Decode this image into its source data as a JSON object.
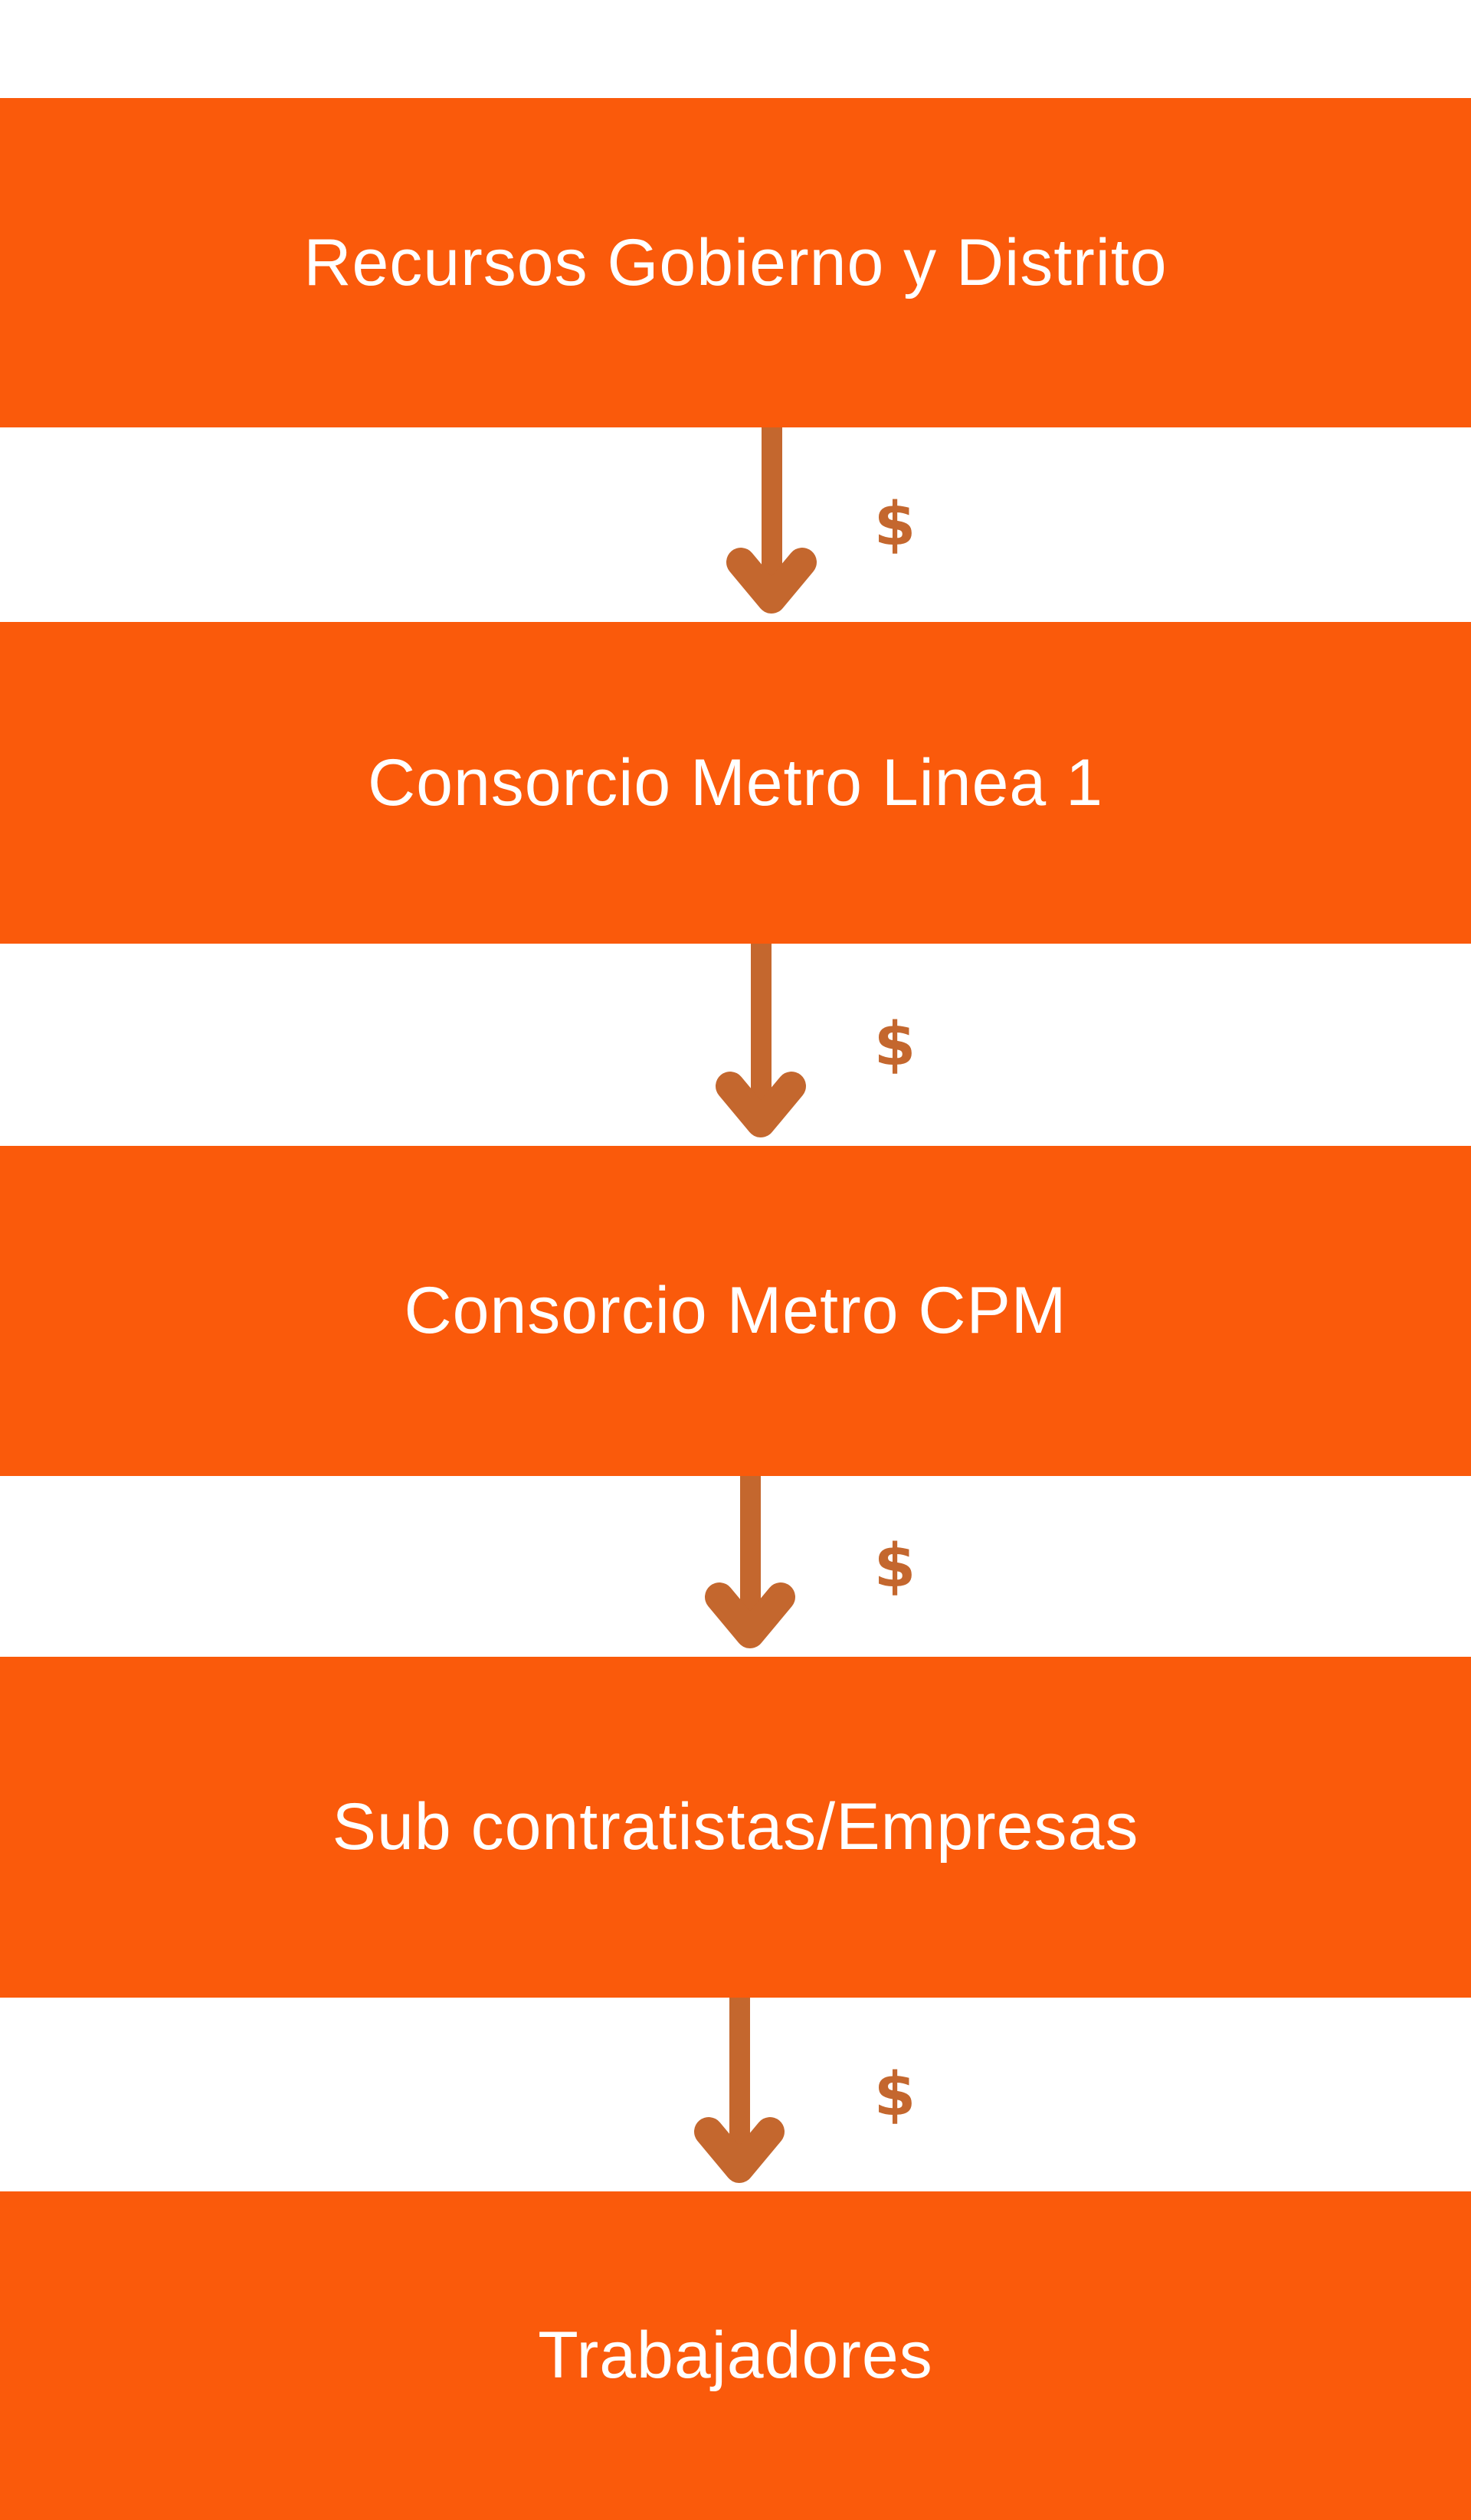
{
  "diagram": {
    "type": "flow",
    "direction": "top-down",
    "colors": {
      "bar": "#FA5A0B",
      "arrow": "#C4672E",
      "background": "#FFFFFF",
      "label_text": "#FFFFFF"
    },
    "nodes": [
      {
        "label": "Recursos Gobierno y Distrito"
      },
      {
        "label": "Consorcio Metro Linea 1"
      },
      {
        "label": "Consorcio Metro CPM"
      },
      {
        "label": "Sub contratistas/Empresas"
      },
      {
        "label": "Trabajadores"
      }
    ],
    "connectors": [
      {
        "from": "Recursos Gobierno y Distrito",
        "to": "Consorcio Metro Linea 1",
        "label": "$",
        "icon": "arrow-down-icon"
      },
      {
        "from": "Consorcio Metro Linea 1",
        "to": "Consorcio Metro CPM",
        "label": "$",
        "icon": "arrow-down-icon"
      },
      {
        "from": "Consorcio Metro CPM",
        "to": "Sub contratistas/Empresas",
        "label": "$",
        "icon": "arrow-down-icon"
      },
      {
        "from": "Sub contratistas/Empresas",
        "to": "Trabajadores",
        "label": "$",
        "icon": "arrow-down-icon"
      }
    ]
  }
}
